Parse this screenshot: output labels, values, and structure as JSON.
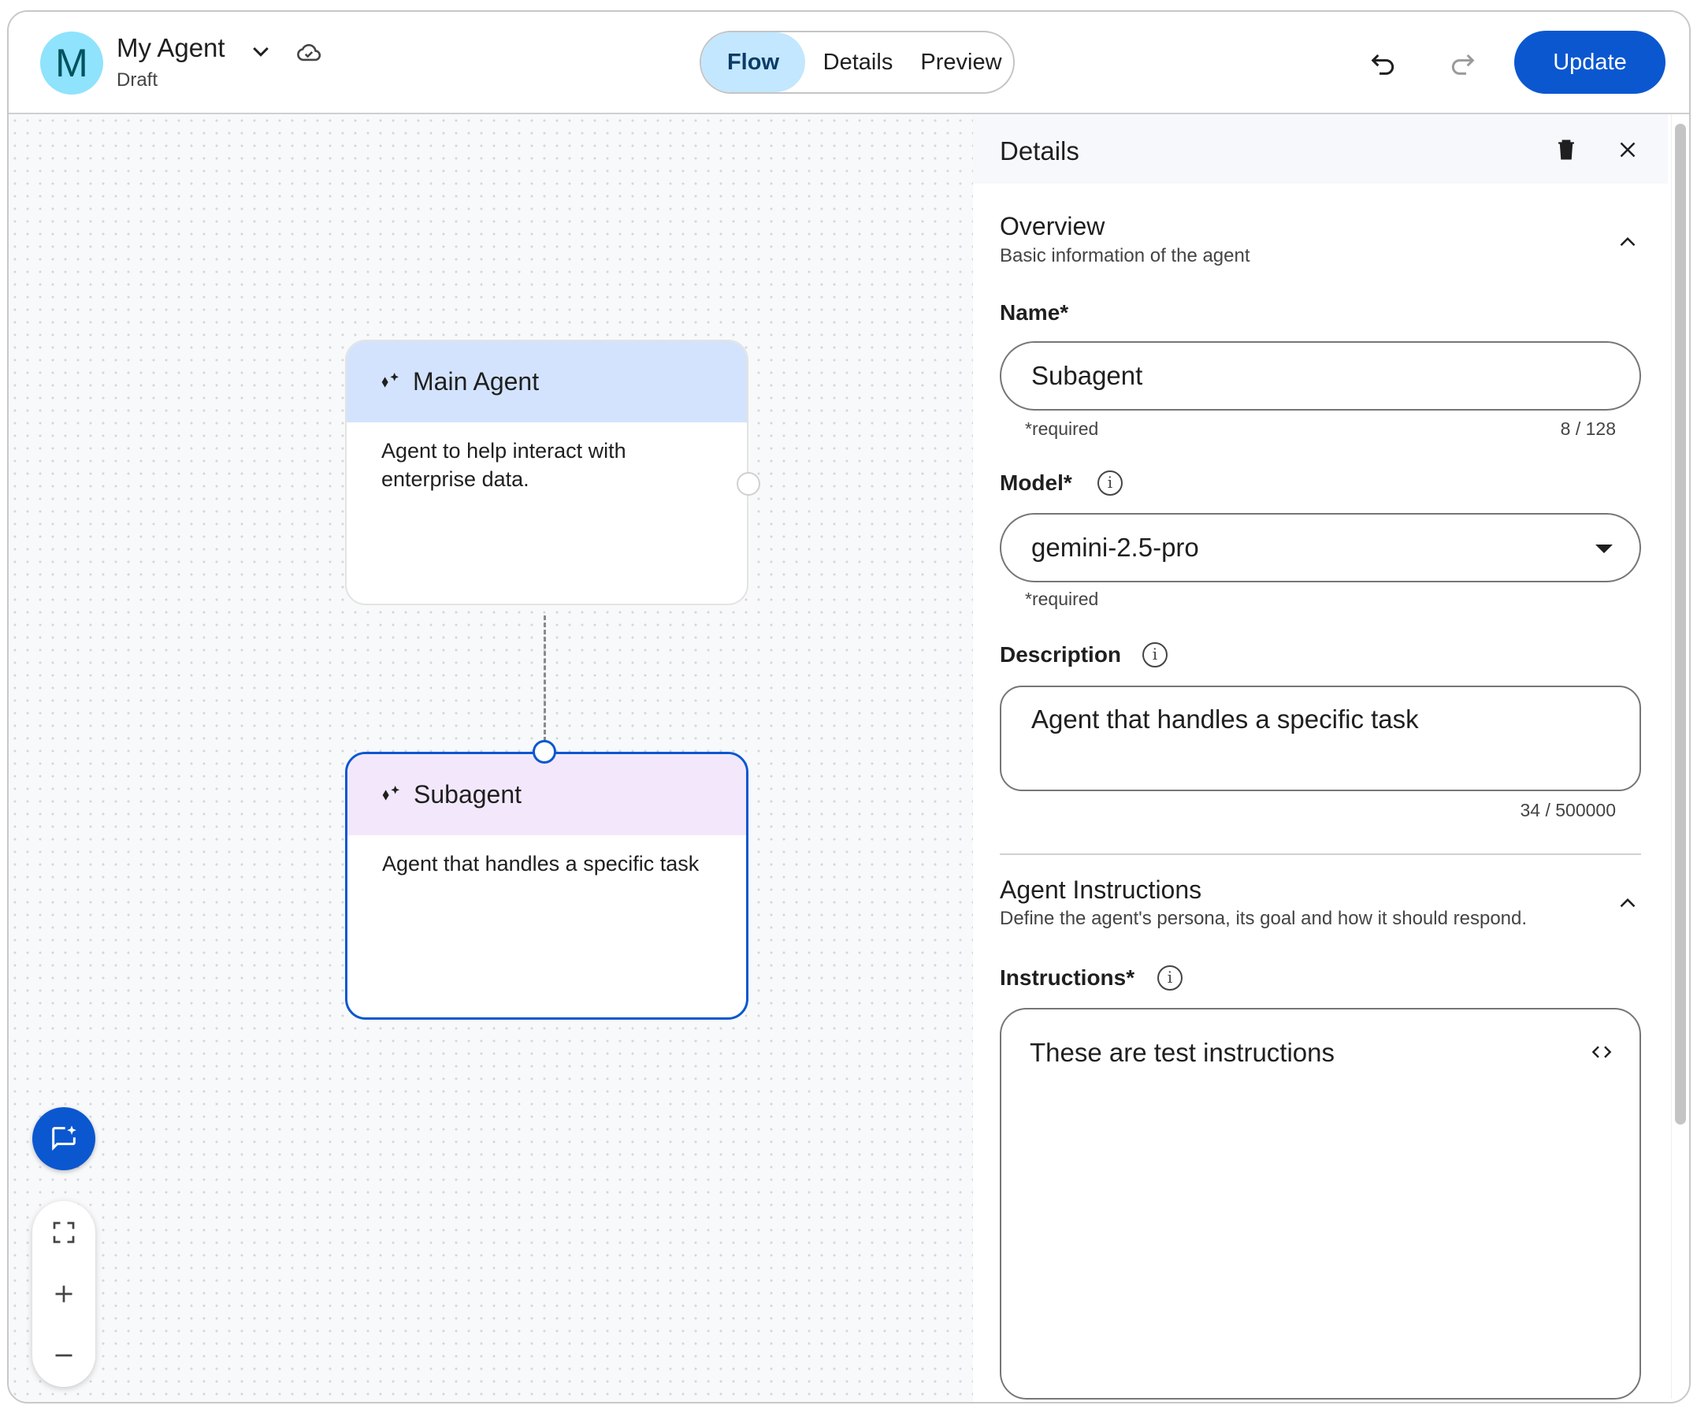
{
  "header": {
    "avatar_letter": "M",
    "agent_name": "My Agent",
    "status": "Draft",
    "tabs": [
      {
        "label": "Flow",
        "active": true
      },
      {
        "label": "Details",
        "active": false
      },
      {
        "label": "Preview",
        "active": false
      }
    ],
    "update_label": "Update"
  },
  "canvas": {
    "nodes": [
      {
        "title": "Main Agent",
        "description": "Agent to help interact with enterprise data.",
        "header_color": "#d3e3fd"
      },
      {
        "title": "Subagent",
        "description": "Agent that handles a specific task",
        "header_color": "#f3e8fb",
        "selected": true
      }
    ]
  },
  "panel": {
    "title": "Details",
    "overview": {
      "title": "Overview",
      "subtitle": "Basic information of the agent",
      "name_label": "Name*",
      "name_value": "Subagent",
      "name_hint": "*required",
      "name_count": "8 / 128",
      "model_label": "Model*",
      "model_value": "gemini-2.5-pro",
      "model_hint": "*required",
      "description_label": "Description",
      "description_value": "Agent that handles a specific task",
      "description_count": "34 / 500000"
    },
    "instructions": {
      "title": "Agent Instructions",
      "subtitle": "Define the agent's persona, its goal and how it should respond.",
      "label": "Instructions*",
      "value": "These are test instructions"
    }
  },
  "colors": {
    "accent": "#0b57d0",
    "active_tab": "#c2e7ff",
    "avatar": "#8fe3fc"
  }
}
